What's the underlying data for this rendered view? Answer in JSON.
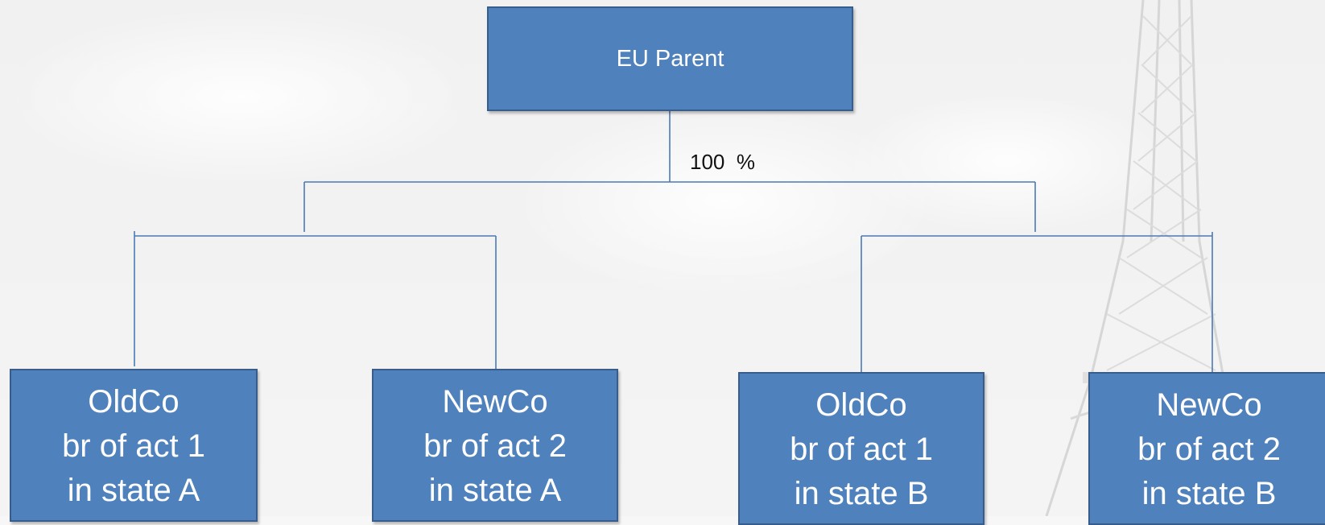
{
  "diagram": {
    "parent": {
      "label": "EU Parent"
    },
    "ownership": {
      "label": "100  %"
    },
    "children": [
      {
        "line1": "OldCo",
        "line2": "br of act 1",
        "line3": "in state A"
      },
      {
        "line1": "NewCo",
        "line2": "br of act 2",
        "line3": "in state A"
      },
      {
        "line1": "OldCo",
        "line2": "br of act 1",
        "line3": "in state B"
      },
      {
        "line1": "NewCo",
        "line2": "br of act 2",
        "line3": "in state B"
      }
    ]
  },
  "colors": {
    "box_fill": "#4f81bd",
    "box_border": "#385d8a",
    "connector": "#4a7ab5",
    "box_text": "#ffffff",
    "label_text": "#111111",
    "background": "#f5f5f5"
  }
}
